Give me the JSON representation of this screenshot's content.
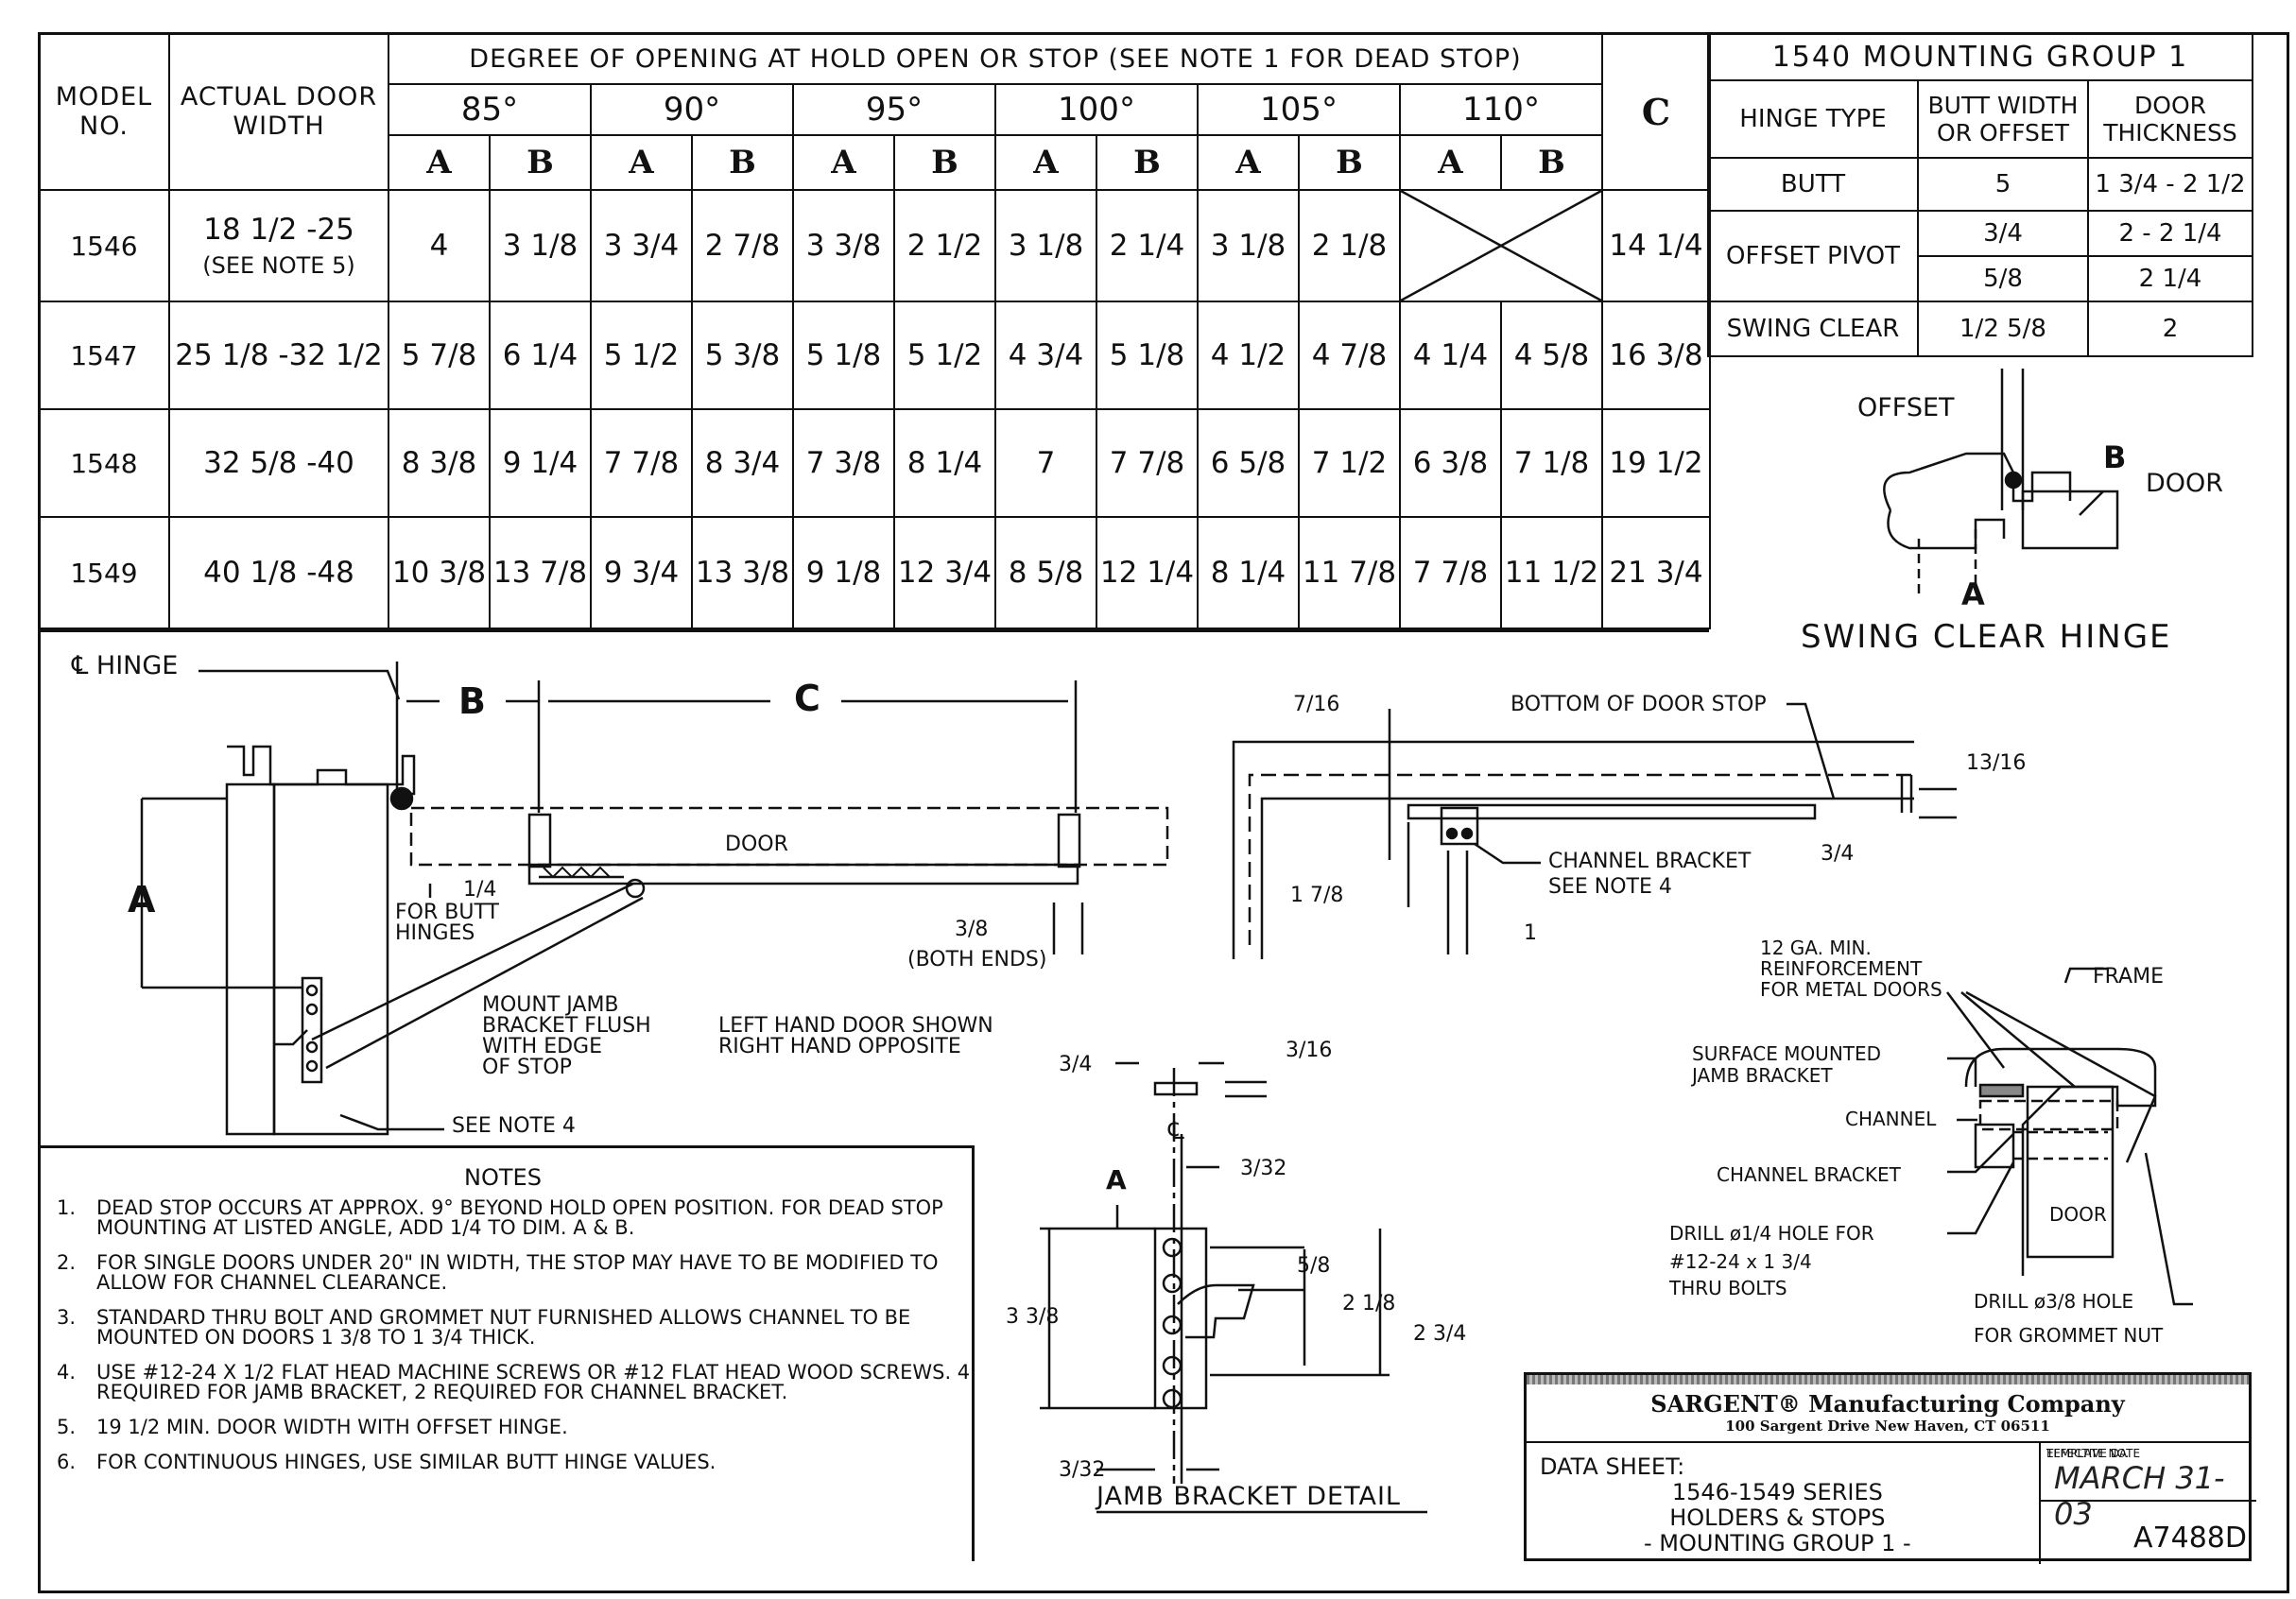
{
  "main_table": {
    "model_header": "MODEL NO.",
    "width_header": "ACTUAL DOOR WIDTH",
    "degree_header": "DEGREE OF OPENING AT HOLD OPEN OR STOP (SEE NOTE 1 FOR DEAD STOP)",
    "degrees": [
      "85°",
      "90°",
      "95°",
      "100°",
      "105°",
      "110°"
    ],
    "col_a": "A",
    "col_b": "B",
    "col_c": "C",
    "rows": [
      {
        "model": "1546",
        "width": "18 1/2 -25",
        "width_note": "(SEE NOTE 5)",
        "values": [
          "4",
          "3 1/8",
          "3 3/4",
          "2 7/8",
          "3 3/8",
          "2 1/2",
          "3 1/8",
          "2 1/4",
          "3 1/8",
          "2 1/8",
          "",
          ""
        ],
        "c": "14 1/4"
      },
      {
        "model": "1547",
        "width": "25 1/8 -32 1/2",
        "width_note": "",
        "values": [
          "5 7/8",
          "6 1/4",
          "5 1/2",
          "5 3/8",
          "5 1/8",
          "5 1/2",
          "4 3/4",
          "5 1/8",
          "4 1/2",
          "4 7/8",
          "4 1/4",
          "4 5/8"
        ],
        "c": "16 3/8"
      },
      {
        "model": "1548",
        "width": "32 5/8 -40",
        "width_note": "",
        "values": [
          "8 3/8",
          "9 1/4",
          "7 7/8",
          "8 3/4",
          "7 3/8",
          "8 1/4",
          "7",
          "7 7/8",
          "6 5/8",
          "7 1/2",
          "6 3/8",
          "7 1/8"
        ],
        "c": "19 1/2"
      },
      {
        "model": "1549",
        "width": "40 1/8 -48",
        "width_note": "",
        "values": [
          "10 3/8",
          "13 7/8",
          "9 3/4",
          "13 3/8",
          "9 1/8",
          "12 3/4",
          "8 5/8",
          "12 1/4",
          "8 1/4",
          "11 7/8",
          "7 7/8",
          "11 1/2"
        ],
        "c": "21 3/4"
      }
    ]
  },
  "mounting_group": {
    "title": "1540 MOUNTING GROUP 1",
    "hinge_type_header": "HINGE TYPE",
    "butt_width_header": "BUTT WIDTH OR OFFSET",
    "door_thickness_header": "DOOR THICKNESS",
    "butt": {
      "type": "BUTT",
      "width": "5",
      "thickness": "1 3/4 - 2 1/2"
    },
    "offset_pivot": {
      "type": "OFFSET PIVOT",
      "width1": "3/4",
      "thickness1": "2 - 2 1/4",
      "width2": "5/8",
      "thickness2": "2 1/4"
    },
    "swing_clear": {
      "type": "SWING CLEAR",
      "width": "1/2  5/8",
      "thickness": "2"
    }
  },
  "swing_clear_drawing": {
    "offset_label": "OFFSET",
    "b_label": "B",
    "door_label": "DOOR",
    "a_label": "A",
    "caption": "SWING CLEAR HINGE"
  },
  "main_drawing": {
    "hinge_label": "℄ HINGE",
    "b_label": "B",
    "c_label": "C",
    "a_label": "A",
    "door_label": "DOOR",
    "quarter_label": "1/4",
    "for_butt_label": "FOR BUTT",
    "hinges_label": "HINGES",
    "three_eighths_label": "3/8",
    "both_ends_label": "(BOTH ENDS)",
    "mount_lines": [
      "MOUNT JAMB",
      "BRACKET FLUSH",
      "WITH EDGE",
      "OF STOP"
    ],
    "hand_lines": [
      "LEFT HAND DOOR SHOWN",
      "RIGHT HAND OPPOSITE"
    ],
    "see_note4": "SEE NOTE 4"
  },
  "stop_drawing": {
    "d_7_16": "7/16",
    "bottom_stop": "BOTTOM OF DOOR STOP",
    "d_13_16": "13/16",
    "d_3_4": "3/4",
    "channel_bracket": "CHANNEL BRACKET",
    "see_note4": "SEE NOTE 4",
    "d_1_7_8": "1 7/8",
    "d_1": "1"
  },
  "jamb_detail": {
    "d_3_4": "3/4",
    "d_3_16": "3/16",
    "cl": "℄",
    "d_3_32_top": "3/32",
    "a_label": "A",
    "d_5_8": "5/8",
    "d_3_3_8": "3 3/8",
    "d_2_1_8": "2 1/8",
    "d_2_3_4": "2 3/4",
    "d_3_32_bottom": "3/32",
    "caption": "JAMB BRACKET DETAIL"
  },
  "section_drawing": {
    "reinforcement_lines": [
      "12 GA. MIN.",
      "REINFORCEMENT",
      "FOR METAL DOORS"
    ],
    "frame": "FRAME",
    "surface_lines": [
      "SURFACE MOUNTED",
      "JAMB BRACKET"
    ],
    "channel": "CHANNEL",
    "channel_bracket": "CHANNEL BRACKET",
    "door": "DOOR",
    "drill1_lines": [
      "DRILL ø1/4  HOLE FOR",
      "#12-24 x 1 3/4",
      "THRU BOLTS"
    ],
    "drill2": "DRILL ø3/8  HOLE",
    "grommet": "FOR GROMMET NUT"
  },
  "notes": {
    "title": "NOTES",
    "items": [
      {
        "num": "1.",
        "text": "Dead stop occurs at approx. 9° beyond hold open position. For dead stop mounting at listed angle, add 1/4 to dim. A & B."
      },
      {
        "num": "2.",
        "text": "For single doors under 20\" in width, the stop may have to be modified to allow for channel clearance."
      },
      {
        "num": "3.",
        "text": "Standard thru bolt and grommet nut furnished allows channel to be mounted on doors 1 3/8 to 1 3/4 thick."
      },
      {
        "num": "4.",
        "text": "Use #12-24 x 1/2 flat head machine screws or #12 flat head wood screws. 4 required for jamb bracket, 2 required for channel bracket."
      },
      {
        "num": "5.",
        "text": "19 1/2 min. door width with offset hinge."
      },
      {
        "num": "6.",
        "text": "For continuous hinges, use similar butt hinge values."
      }
    ]
  },
  "title_block": {
    "company": "SARGENT® Manufacturing Company",
    "address": "100 Sargent Drive New Haven, CT 06511",
    "data_sheet_label": "DATA SHEET:",
    "series": "1546-1549 SERIES",
    "product": "HOLDERS & STOPS",
    "group": "- MOUNTING GROUP 1 -",
    "effective_label": "EFFECTIVE DATE",
    "effective_date": "MARCH 31-03",
    "template_label": "TEMPLATE NO.",
    "template_no": "A7488D"
  }
}
